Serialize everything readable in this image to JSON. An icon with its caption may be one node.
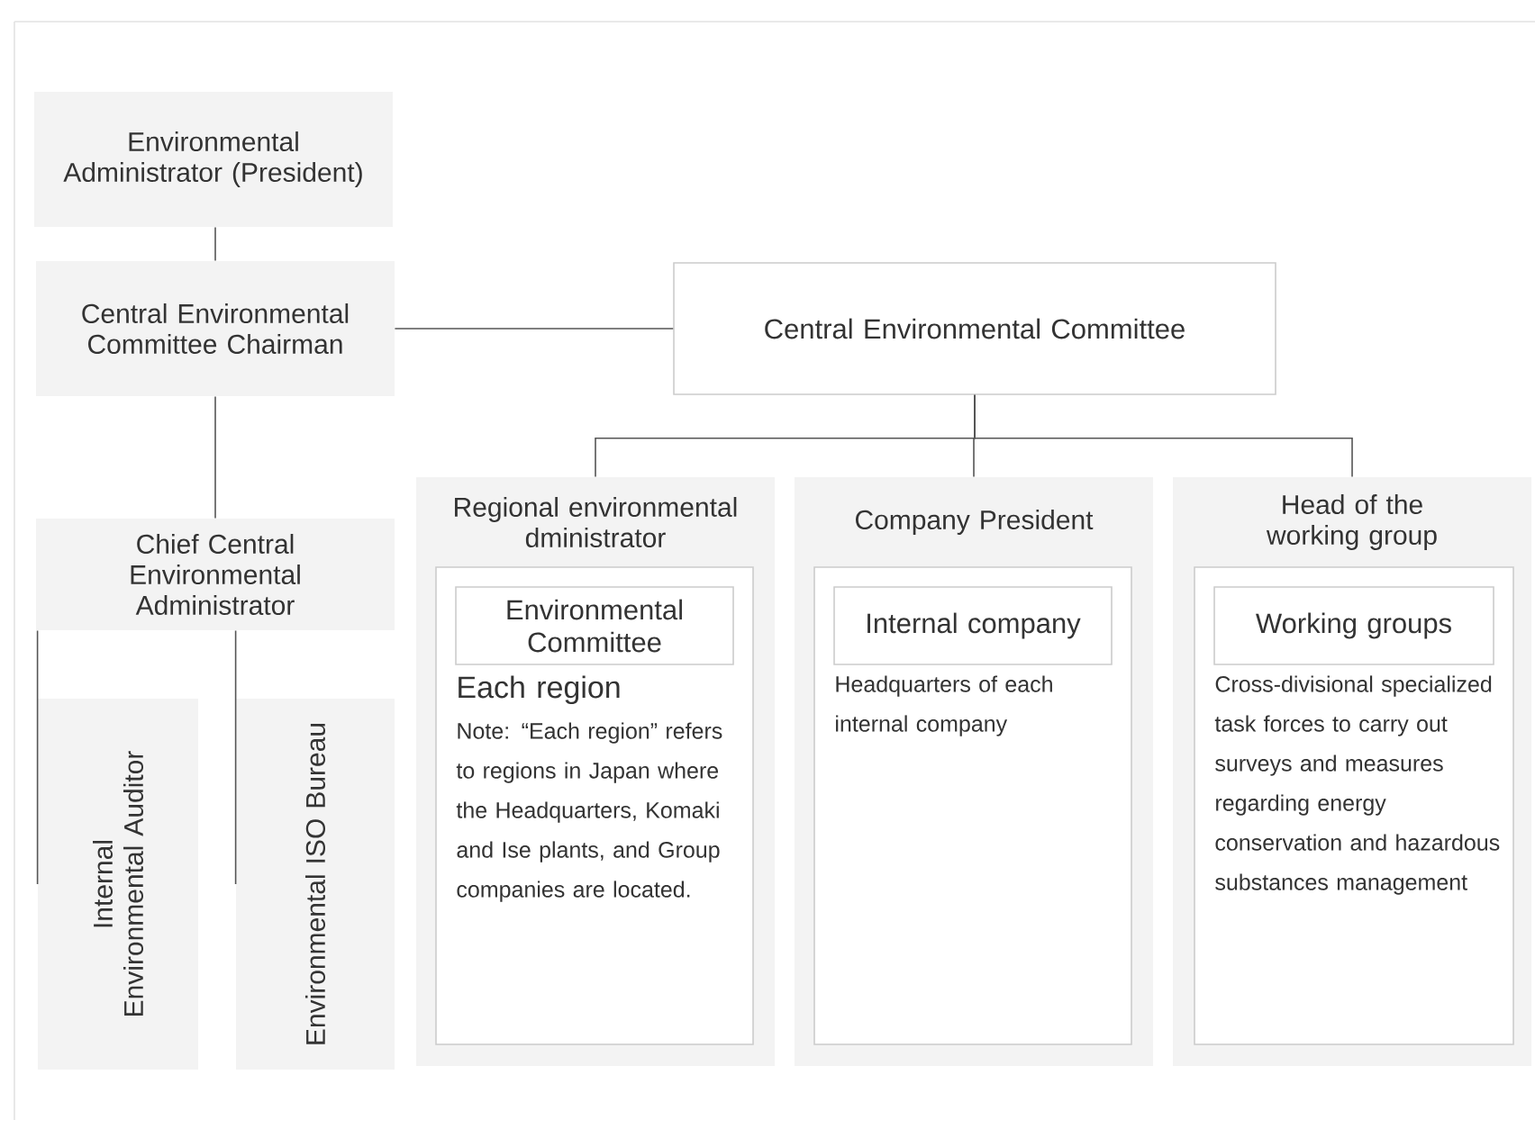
{
  "diagram": {
    "nodes": [
      {
        "text": [
          "Environmental Administrator (President)"
        ]
      },
      {
        "text": [
          "Central Environmental Committee Chairman"
        ]
      },
      {
        "text": [
          "Central Environmental Committee"
        ]
      },
      {
        "text": [
          "Chief Central Environmental Administrator"
        ]
      },
      {
        "text": [
          "Internal Environmental Auditor"
        ]
      },
      {
        "text": [
          "Environmental ISO Bureau"
        ]
      },
      {
        "text": [
          "Regional environmental dministrator"
        ]
      },
      {
        "text": [
          "Each region",
          "Note: “Each region” refers to regions in Japan where the Headquarters, Komaki and Ise plants, and Group companies are located."
        ],
        "in": 6
      },
      {
        "text": [
          "Environmental Committee"
        ],
        "in": 7
      },
      {
        "text": [
          "Company President"
        ]
      },
      {
        "text": [
          "Headquarters of each internal company"
        ],
        "in": 9
      },
      {
        "text": [
          "Internal company"
        ],
        "in": 10
      },
      {
        "text": [
          "Head of the working group"
        ]
      },
      {
        "text": [
          "Cross-divisional specialized task forces to carry out surveys and measures regarding energy conservation and hazardous substances management"
        ],
        "in": 12
      },
      {
        "text": [
          "Working groups"
        ],
        "in": 13
      }
    ],
    "edges": [
      {
        "from": 0,
        "to": 1,
        "arrow": "none"
      },
      {
        "from": 1,
        "to": 2,
        "arrow": "none"
      },
      {
        "from": 1,
        "to": 3,
        "arrow": "none"
      },
      {
        "from": 3,
        "to": 4,
        "arrow": "none"
      },
      {
        "from": 3,
        "to": 5,
        "arrow": "none"
      },
      {
        "from": 2,
        "to": 6,
        "arrow": "none"
      },
      {
        "from": 2,
        "to": 9,
        "arrow": "none"
      },
      {
        "from": 2,
        "to": 12,
        "arrow": "none"
      }
    ]
  }
}
